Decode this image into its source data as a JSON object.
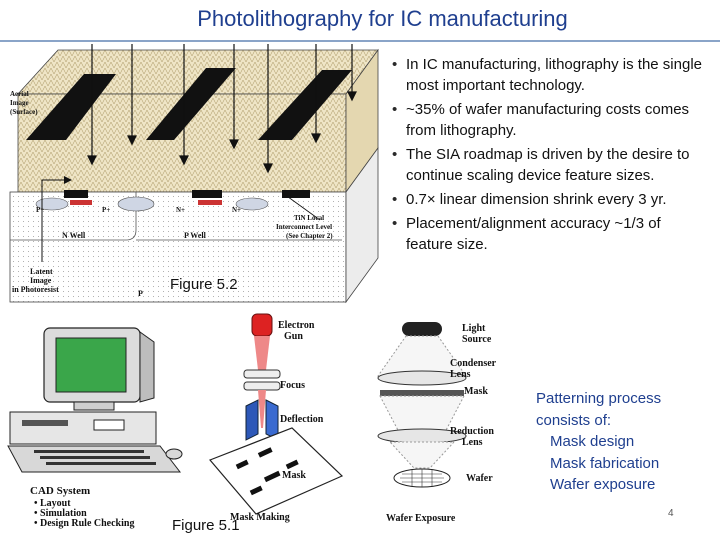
{
  "title": "Photolithography for IC manufacturing",
  "bullets": [
    "In IC manufacturing, lithography is the single most important technology.",
    "~35% of wafer manufacturing costs comes from lithography.",
    "The SIA roadmap is driven by the desire to continue scaling device feature sizes.",
    "0.7× linear dimension shrink every 3 yr.",
    "Placement/alignment accuracy ~1/3 of feature size."
  ],
  "figure_5_2": {
    "caption": "Figure 5.2",
    "aerial_label": [
      "Aerial",
      "Image",
      "(Surface)"
    ],
    "latent_label": [
      "Latent",
      "Image",
      "in Photoresist"
    ],
    "tin_label": [
      "TiN Local",
      "Interconnect Level",
      "(See Chapter 2)"
    ],
    "n_well": "N Well",
    "p_well": "P Well",
    "p_substrate": "P",
    "p_plus": "P+",
    "n_plus": "N+"
  },
  "figure_5_1": {
    "caption": "Figure 5.1",
    "cad_title": "CAD System",
    "cad_items": [
      "• Layout",
      "• Simulation",
      "• Design Rule Checking"
    ],
    "electron_gun": [
      "Electron",
      "Gun"
    ],
    "focus": "Focus",
    "deflection": "Deflection",
    "mask": "Mask",
    "mask_making": "Mask Making",
    "light_source": [
      "Light",
      "Source"
    ],
    "condenser": [
      "Condenser",
      "Lens"
    ],
    "mask2": "Mask",
    "reduction": [
      "Reduction",
      "Lens"
    ],
    "wafer": "Wafer",
    "wafer_exposure": "Wafer Exposure"
  },
  "patterning": {
    "intro": [
      "Patterning process",
      "consists of:"
    ],
    "steps": [
      "Mask design",
      "Mask fabrication",
      "Wafer exposure"
    ]
  },
  "page_number": "4",
  "colors": {
    "title": "#1f3f8f",
    "accent": "#1f3f8f"
  }
}
